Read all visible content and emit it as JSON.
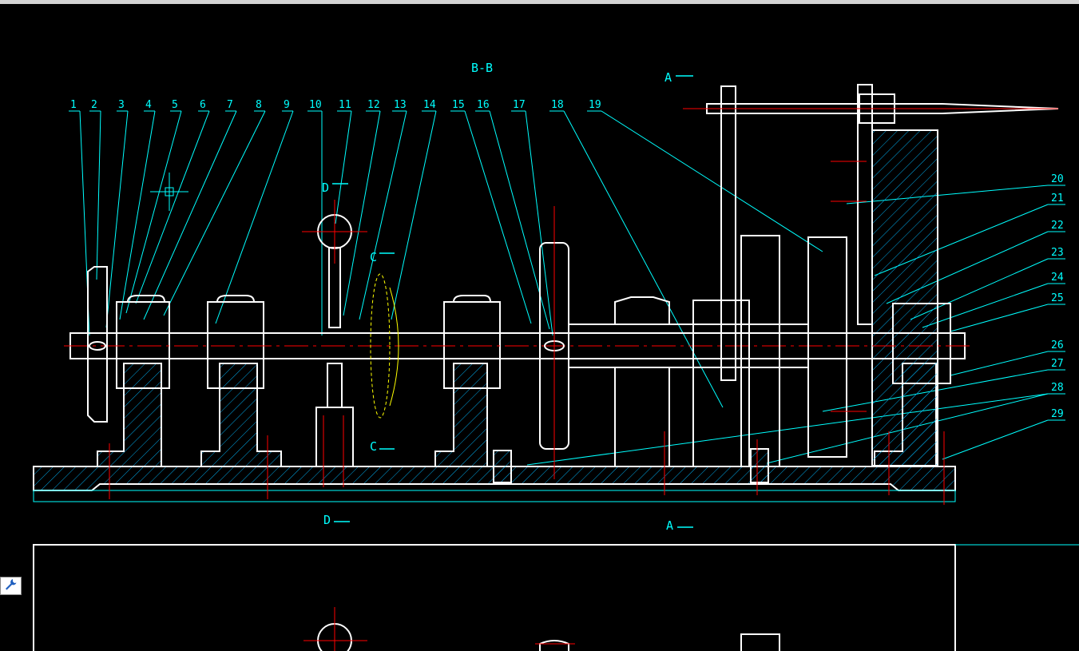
{
  "app": {
    "type": "cad-drawing-viewer"
  },
  "section_titles": {
    "bb": "B-B",
    "a_top": "A",
    "a_bottom": "A",
    "c_top": "C",
    "c_bottom": "C",
    "d_top": "D",
    "d_bottom": "D"
  },
  "part_labels_top": [
    "1",
    "2",
    "3",
    "4",
    "5",
    "6",
    "7",
    "8",
    "9",
    "10",
    "11",
    "12",
    "13",
    "14",
    "15",
    "16",
    "17",
    "18",
    "19"
  ],
  "part_labels_right": [
    "20",
    "21",
    "22",
    "23",
    "24",
    "25",
    "26",
    "27",
    "28",
    "29"
  ],
  "colors": {
    "background": "#000000",
    "outline": "#ffffff",
    "annotation": "#00ffff",
    "centerline": "#ff0000",
    "hatch": "#00c8ff",
    "hidden": "#ffff00"
  },
  "icons": {
    "tool_button": "wrench-icon"
  }
}
